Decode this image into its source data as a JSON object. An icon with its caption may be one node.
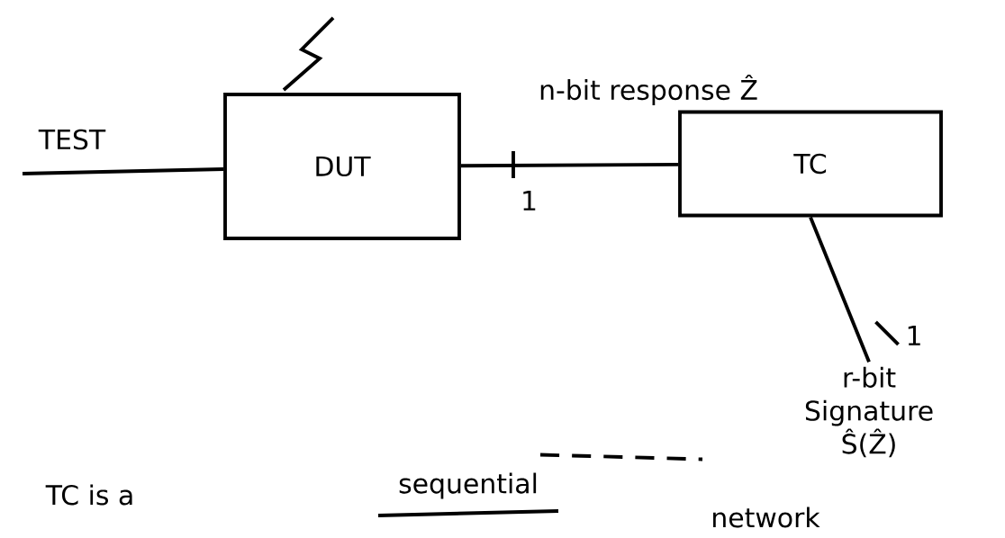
{
  "diagram": {
    "nodes": [
      {
        "text": [
          "DUT"
        ]
      },
      {
        "text": [
          "TC"
        ]
      },
      {
        "text": [
          "r-bit Signature Ŝ(Ẑ)"
        ]
      }
    ],
    "edges": [
      {
        "from": null,
        "to": 0,
        "arrow": "none",
        "label": "TEST"
      },
      {
        "from": 0,
        "to": 1,
        "arrow": "none",
        "label": "n-bit response Ẑ"
      },
      {
        "from": 1,
        "to": 2,
        "arrow": "none"
      }
    ],
    "labels": [
      "1",
      "1",
      "TC is a",
      "sequential",
      "network"
    ]
  }
}
